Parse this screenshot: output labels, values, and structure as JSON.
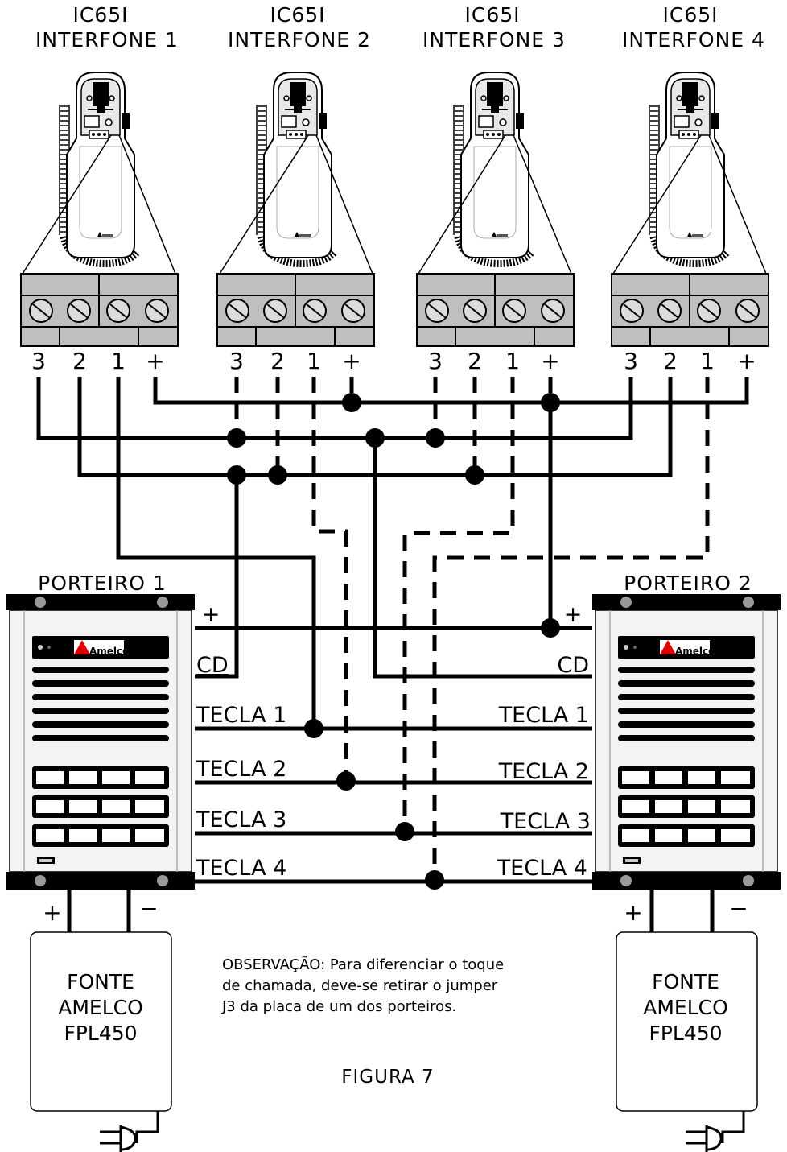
{
  "interfones": [
    {
      "model": "IC65I",
      "name": "INTERFONE 1"
    },
    {
      "model": "IC65I",
      "name": "INTERFONE 2"
    },
    {
      "model": "IC65I",
      "name": "INTERFONE 3"
    },
    {
      "model": "IC65I",
      "name": "INTERFONE 4"
    }
  ],
  "terminal_labels": [
    "3",
    "2",
    "1",
    "+"
  ],
  "porteiros": [
    {
      "name": "PORTEIRO 1"
    },
    {
      "name": "PORTEIRO 2"
    }
  ],
  "brand": "Amelco",
  "bus_labels": {
    "plus": "+",
    "cd": "CD",
    "tecla1": "TECLA 1",
    "tecla2": "TECLA 2",
    "tecla3": "TECLA 3",
    "tecla4": "TECLA 4"
  },
  "supply_signs": {
    "plus": "+",
    "minus": "−"
  },
  "fonte": {
    "line1": "FONTE",
    "line2": "AMELCO",
    "line3": "FPL450"
  },
  "note": {
    "line1": "OBSERVAÇÃO: Para diferenciar o toque",
    "line2": "de chamada, deve-se retirar o jumper",
    "line3": "J3 da placa de um dos porteiros."
  },
  "figure_label": "FIGURA 7"
}
